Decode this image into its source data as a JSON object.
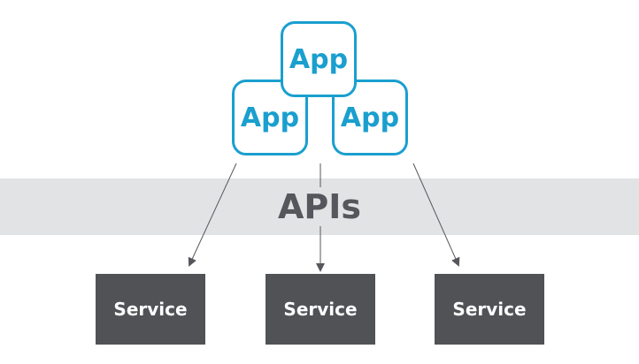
{
  "diagram": {
    "apps": [
      {
        "label": "App"
      },
      {
        "label": "App"
      },
      {
        "label": "App"
      }
    ],
    "layer_label": "APIs",
    "services": [
      {
        "label": "Service"
      },
      {
        "label": "Service"
      },
      {
        "label": "Service"
      }
    ],
    "colors": {
      "app_border": "#1a9fcf",
      "app_text": "#1a9fcf",
      "band": "#e2e3e5",
      "layer_text": "#55575c",
      "service_fill": "#505256",
      "service_text": "#ffffff",
      "arrow": "#55575c"
    }
  }
}
